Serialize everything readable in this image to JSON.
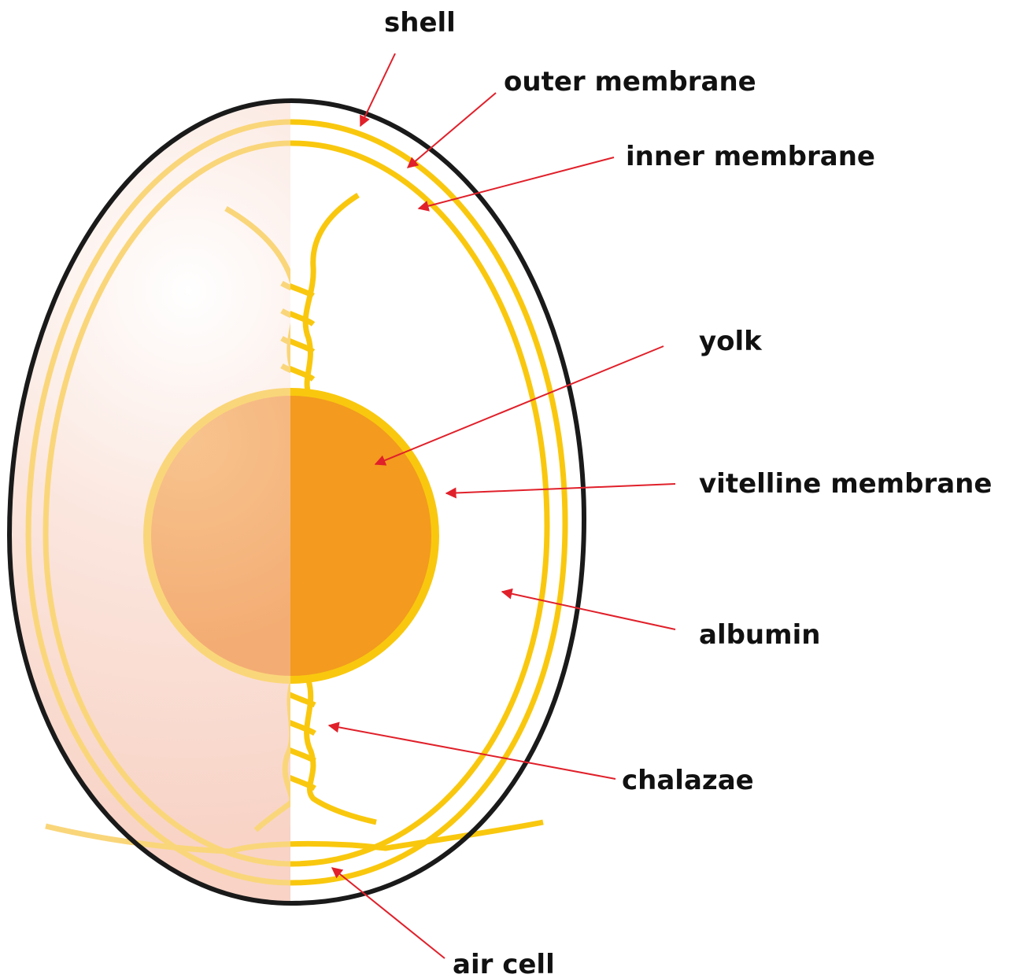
{
  "diagram": {
    "labels": {
      "shell": "shell",
      "outer_membrane": "outer membrane",
      "inner_membrane": "inner membrane",
      "yolk": "yolk",
      "vitelline_membrane": "vitelline membrane",
      "albumin": "albumin",
      "chalazae": "chalazae",
      "air_cell": "air cell"
    }
  },
  "colors": {
    "shell_outline": "#1a1a1a",
    "membrane": "#f9c80e",
    "membrane_faded": "#fad67a",
    "yolk": "#f39a1f",
    "yolk_faded": "#f5b27a",
    "shell_tint": "#f9d7cc",
    "leader_line": "#e0202a",
    "label_text": "#111111"
  }
}
